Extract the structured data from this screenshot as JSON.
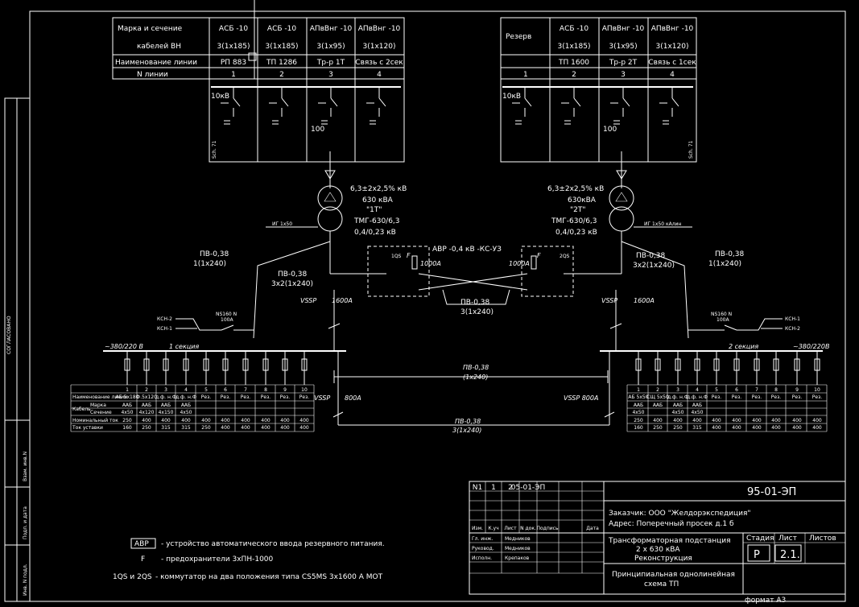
{
  "drawing_number": "95-01-ЭП",
  "customer": "Заказчик: ООО \"Желдорэкспедиция\"",
  "address": "Адрес: Поперечный просек д.1 б",
  "project_title_1": "Трансформаторная подстанция",
  "project_title_2": "2 х 630 кВА",
  "project_title_3": "Реконструкция",
  "sheet_title_1": "Принципиальная однолинейная",
  "sheet_title_2": "схема ТП",
  "stage_label": "Стадия",
  "sheet_label": "Лист",
  "sheets_label": "Листов",
  "stage_value": "Р",
  "sheet_value": "2.1.",
  "format": "формат А3",
  "revision_cells": [
    "N1",
    "1",
    "2",
    "05-01-ЭП"
  ],
  "revision_headers": [
    "Изм.",
    "К.уч",
    "Лист",
    "N док.",
    "Подпись",
    "Дата"
  ],
  "signatures": [
    {
      "role": "Гл. инж.",
      "name": "Медников"
    },
    {
      "role": "Руковод.",
      "name": "Медников"
    },
    {
      "role": "Исполн.",
      "name": "Крепаков"
    }
  ],
  "left_stamp_labels": [
    "Инв. N подл.",
    "Подп. и дата",
    "Взам. инв.N"
  ],
  "left_stamp_vertical": "СОГЛАСОВАНО",
  "hv_left": {
    "header_label_1": "Марка и сечение",
    "header_label_2": "кабелей ВН",
    "name_label": "Наименование линии",
    "num_label": "N линии",
    "cols": [
      {
        "cable": "АСБ -10",
        "section": "3(1х185)",
        "name": "РП 883",
        "num": "1"
      },
      {
        "cable": "АСБ -10",
        "section": "3(1х185)",
        "name": "ТП 1286",
        "num": "2"
      },
      {
        "cable": "АПвВнг -10",
        "section": "3(1х95)",
        "name": "Тр-р 1Т",
        "num": "3"
      },
      {
        "cable": "АПвВнг -10",
        "section": "3(1х120)",
        "name": "Связь с 2сек",
        "num": "4"
      }
    ],
    "kv": "10кВ",
    "ct": "100",
    "cell_tag": "Sch. 71"
  },
  "hv_right": {
    "reserve": "Резерв",
    "cols": [
      {
        "cable": "АСБ -10",
        "section": "3(1х185)",
        "name": "ТП 1600",
        "num": "2"
      },
      {
        "cable": "АПвВнг -10",
        "section": "3(1х95)",
        "name": "Тр-р 2Т",
        "num": "3"
      },
      {
        "cable": "АПвВнг -10",
        "section": "3(1х120)",
        "name": "Связь с 1сек",
        "num": "4"
      }
    ],
    "first_num": "1",
    "kv": "10кВ",
    "ct": "100",
    "cell_tag": "Sch. 71"
  },
  "t1": {
    "v": "6,3±2х2,5% кВ",
    "p": "630 кВА",
    "name": "\"1Т\"",
    "type": "ТМГ-630/6,3",
    "lv": "0,4/0,23 кВ",
    "ground": "ИГ 1х50"
  },
  "t2": {
    "v": "6,3±2х2,5% кВ",
    "p": "630кВА",
    "name": "\"2Т\"",
    "type": "ТМГ-630/6,3",
    "lv": "0,4/0,23 кВ",
    "ground": "ИГ 1х50 кАлин"
  },
  "avr": {
    "title": "АВР -0,4 кВ -КС-УЗ",
    "f_left": "F",
    "a_left": "1000А",
    "f_right": "F",
    "a_right": "1000А",
    "qs1": "1QS",
    "qs2": "2QS"
  },
  "cables": {
    "pv_l1": "ПВ-0,38",
    "pv_l1b": "1(1х240)",
    "pv_l2": "ПВ-0,38",
    "pv_l2b": "3х2(1х240)",
    "pv_r1": "ПВ-0,38",
    "pv_r1b": "1(1х240)",
    "pv_r2": "ПВ-0,38",
    "pv_r2b": "3х2(1х240)",
    "pv_c": "ПВ-0,38",
    "pv_cb": "3(1х240)",
    "pv_bus": "ПВ-0,38",
    "pv_busb": "(1х240)",
    "pv_bot": "ПВ-0,38",
    "pv_botb": "3(1х240)"
  },
  "lv": {
    "vssp_l": "VSSP",
    "vssp_l_a": "1600А",
    "vssp_r": "VSSP",
    "vssp_r_a": "1600А",
    "vssp_bl": "VSSP",
    "vssp_bl_a": "800А",
    "vssp_br": "VSSP 800А",
    "bus_l": "~380/220 В",
    "sec_l": "1 секция",
    "bus_r": "~380/220В",
    "sec_r": "2 секция",
    "ns_l": "NS160 N",
    "ns_l_a": "100А",
    "ns_r": "NS160 N",
    "ns_r_a": "100А",
    "ksh_l": [
      "КСН-2",
      "КСН-1"
    ],
    "ksh_r": [
      "КСН-1",
      "КСН-2"
    ]
  },
  "lv_table_left": {
    "nums": [
      "1",
      "2",
      "3",
      "4",
      "5",
      "6",
      "7",
      "8",
      "9",
      "10"
    ],
    "row_name": [
      "Наименование линии",
      "АБ 5х180",
      "Ф.5х120",
      "д.ф. н.Ф",
      "д.ф. н.Ф",
      "Рез.",
      "Рез.",
      "Рез.",
      "Рез.",
      "Рез.",
      "Рез."
    ],
    "row_marka": [
      "Марка",
      "ААБ",
      "ААБ",
      "ААБ",
      "ААБ"
    ],
    "row_section": [
      "Сечение",
      "4х50",
      "4х120",
      "4х150",
      "4х50"
    ],
    "row_nom": [
      "Номинальный ток",
      "250",
      "400",
      "400",
      "400",
      "400",
      "400",
      "400",
      "400",
      "400",
      "400"
    ],
    "row_set": [
      "Ток уставки",
      "160",
      "250",
      "315",
      "315",
      "250",
      "400",
      "400",
      "400",
      "400",
      "400"
    ],
    "side": "Кабель"
  },
  "lv_table_right": {
    "nums": [
      "1",
      "2",
      "3",
      "4",
      "5",
      "6",
      "7",
      "8",
      "9",
      "10"
    ],
    "row_name": [
      "АБ 5х50",
      "СЩ 5х50",
      "д.ф. н.Ф",
      "д.ф. н.Ф",
      "Рез.",
      "Рез.",
      "Рез.",
      "Рез.",
      "Рез.",
      "Рез."
    ],
    "row_marka": [
      "ААБ",
      "ААБ",
      "ААБ",
      "ААБ"
    ],
    "row_section": [
      "4х50",
      "",
      "4х50",
      "4х50"
    ],
    "row_nom": [
      "250",
      "400",
      "400",
      "400",
      "400",
      "400",
      "400",
      "400",
      "400",
      "400"
    ],
    "row_set": [
      "160",
      "250",
      "250",
      "315",
      "400",
      "400",
      "400",
      "400",
      "400",
      "400"
    ]
  },
  "legend": [
    {
      "key": "АВР",
      "text": "- устройство автоматического ввода резервного питания."
    },
    {
      "key": "F",
      "text": "- предохранители 3хПН-1000"
    },
    {
      "key": "1QS и 2QS",
      "text": "- коммутатор на два положения типа CS5MS 3х1600 А   MOT"
    }
  ]
}
